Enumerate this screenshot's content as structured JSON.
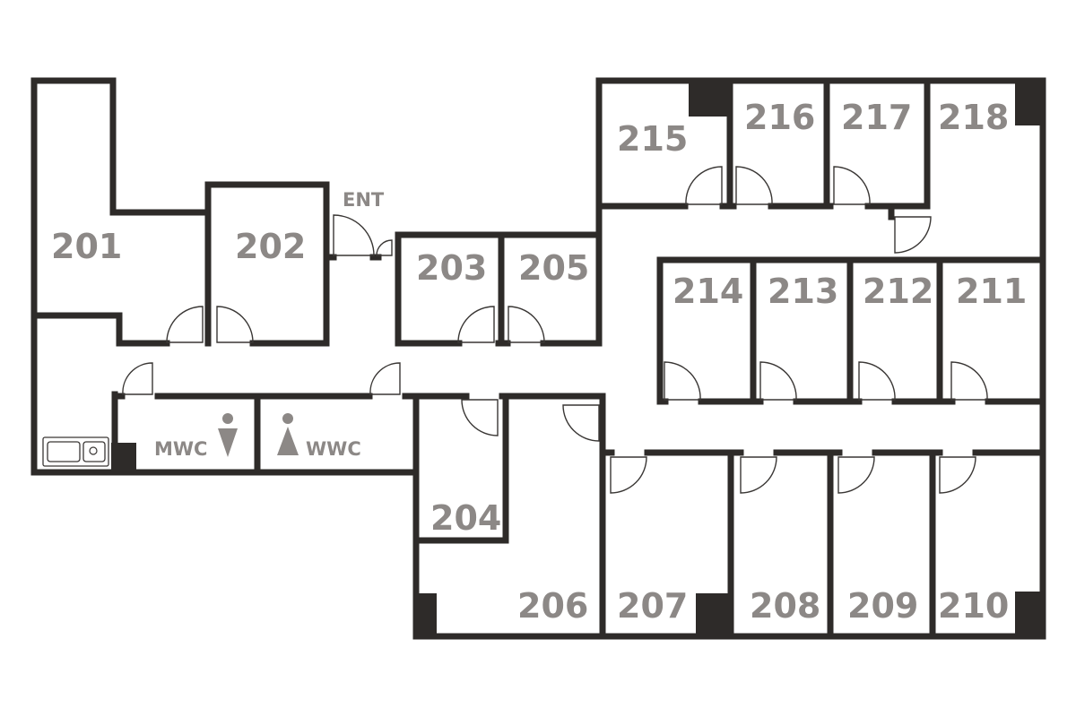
{
  "rooms": {
    "r201": "201",
    "r202": "202",
    "r203": "203",
    "r204": "204",
    "r205": "205",
    "r206": "206",
    "r207": "207",
    "r208": "208",
    "r209": "209",
    "r210": "210",
    "r211": "211",
    "r212": "212",
    "r213": "213",
    "r214": "214",
    "r215": "215",
    "r216": "216",
    "r217": "217",
    "r218": "218"
  },
  "labels": {
    "entrance": "ENT",
    "mens_wc": "MWC",
    "womens_wc": "WWC"
  },
  "colors": {
    "wall": "#2e2b29",
    "label": "#8c8886",
    "background": "#ffffff"
  },
  "icons": {
    "mens_wc": "man-icon",
    "womens_wc": "woman-icon",
    "sink": "sink-icon"
  }
}
